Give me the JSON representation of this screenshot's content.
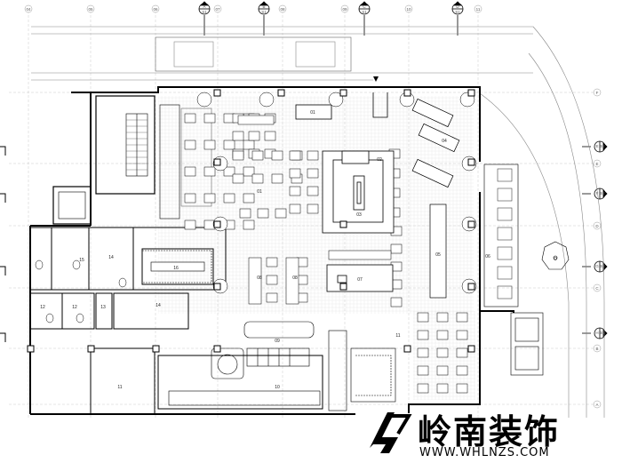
{
  "grid": {
    "columns": [
      "04",
      "05",
      "06",
      "07",
      "08",
      "09",
      "10",
      "11"
    ],
    "rows": [
      "F",
      "E",
      "D",
      "C",
      "B",
      "A"
    ]
  },
  "section_markers": [
    {
      "num": "A",
      "sheet": "S1"
    },
    {
      "num": "B",
      "sheet": "S1"
    },
    {
      "num": "C",
      "sheet": "S1"
    },
    {
      "num": "D",
      "sheet": "S1"
    }
  ],
  "elevation_markers": [
    {
      "num": "E",
      "sheet": "S2"
    },
    {
      "num": "F",
      "sheet": "S2"
    },
    {
      "num": "G",
      "sheet": "S2"
    },
    {
      "num": "H",
      "sheet": "S2"
    }
  ],
  "rooms": {
    "r01": "01",
    "r02": "02",
    "r03": "03",
    "r04": "04",
    "r05": "05",
    "r06": "06",
    "r07": "07",
    "r08a": "08",
    "r08b": "08",
    "r09": "09",
    "r10": "10",
    "r11a": "11",
    "r11b": "11",
    "r12a": "12",
    "r12b": "12",
    "r13": "13",
    "r14a": "14",
    "r14b": "14",
    "r15": "15",
    "r16": "16",
    "r_out": "O"
  },
  "watermark": {
    "brand": "岭南装饰",
    "url": "WWW.WHLNZS.COM"
  }
}
